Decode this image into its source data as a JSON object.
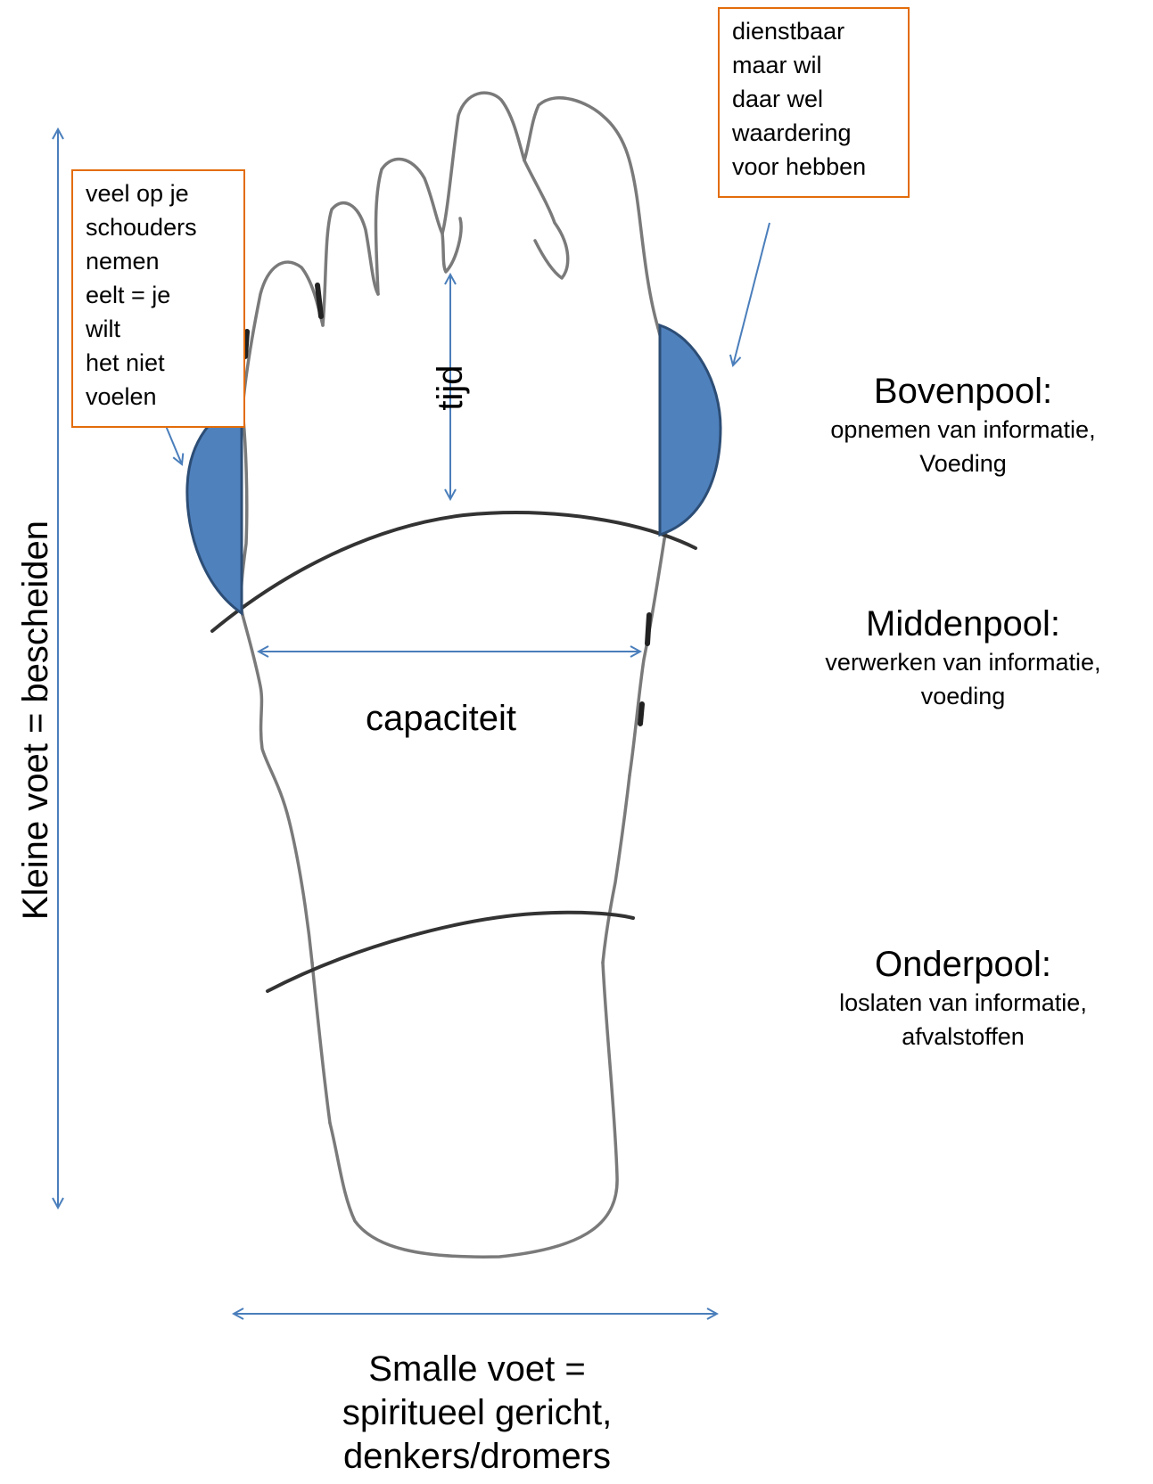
{
  "notes": {
    "left": "veel op je\nschouders\nnemen\neelt = je\nwilt\nhet niet\nvoelen",
    "right": "dienstbaar\nmaar wil\ndaar wel\nwaardering\nvoor hebben"
  },
  "labels": {
    "tijd": "tijd",
    "capaciteit": "capaciteit",
    "vertical": "Kleine voet = bescheiden",
    "bottom": "Smalle voet =\nspiritueel gericht,\ndenkers/dromers"
  },
  "poles": {
    "top": {
      "title": "Bovenpool:",
      "desc": "opnemen van informatie,\nVoeding"
    },
    "middle": {
      "title": "Middenpool:",
      "desc": "verwerken van informatie,\nvoeding"
    },
    "bottom": {
      "title": "Onderpool:",
      "desc": "loslaten van informatie,\nafvalstoffen"
    }
  },
  "colors": {
    "outline": "#7a7a7a",
    "zone_line": "#333333",
    "callus_fill": "#4f81bd",
    "callus_stroke": "#2c4d75",
    "arrow": "#4a7ebb",
    "note_border": "#e36c0a"
  }
}
